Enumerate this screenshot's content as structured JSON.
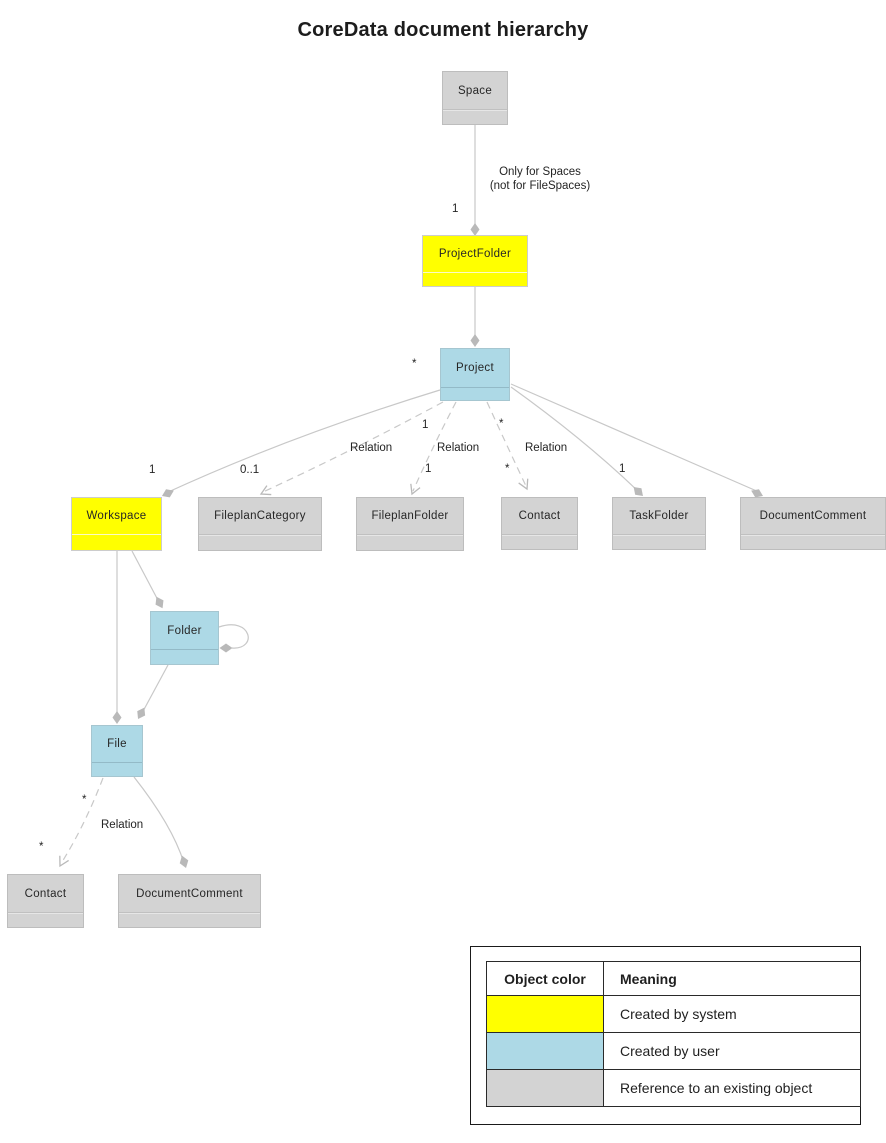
{
  "title": "CoreData document hierarchy",
  "colors": {
    "created_by_system": "#ffff00",
    "created_by_user": "#add9e6",
    "reference_object": "#d3d3d3",
    "edge_line": "#c8c8c8",
    "arrowhead": "#b9b9b9"
  },
  "nodes": {
    "space": {
      "label": "Space",
      "color": "#d3d3d3"
    },
    "project_folder": {
      "label": "ProjectFolder",
      "color": "#ffff00"
    },
    "project": {
      "label": "Project",
      "color": "#add9e6"
    },
    "workspace": {
      "label": "Workspace",
      "color": "#ffff00"
    },
    "fileplan_category": {
      "label": "FileplanCategory",
      "color": "#d3d3d3"
    },
    "fileplan_folder": {
      "label": "FileplanFolder",
      "color": "#d3d3d3"
    },
    "contact_top": {
      "label": "Contact",
      "color": "#d3d3d3"
    },
    "task_folder": {
      "label": "TaskFolder",
      "color": "#d3d3d3"
    },
    "document_comment_top": {
      "label": "DocumentComment",
      "color": "#d3d3d3"
    },
    "folder": {
      "label": "Folder",
      "color": "#add9e6"
    },
    "file": {
      "label": "File",
      "color": "#add9e6"
    },
    "contact_bottom": {
      "label": "Contact",
      "color": "#d3d3d3"
    },
    "document_comment_bottom": {
      "label": "DocumentComment",
      "color": "#d3d3d3"
    }
  },
  "edge_labels": {
    "space_note_line1": "Only for Spaces",
    "space_note_line2": "(not for FileSpaces)",
    "mult_space_projectfolder": "1",
    "mult_projectfolder_project": "*",
    "mult_project_workspace": "1",
    "mult_project_fileplancategory": "0..1",
    "relation_fileplancategory": "Relation",
    "mult_project_fileplanfolder_src": "1",
    "mult_project_fileplanfolder_dst": "1",
    "relation_fileplanfolder": "Relation",
    "mult_project_contact_src": "*",
    "mult_project_contact_dst": "*",
    "relation_contact": "Relation",
    "mult_project_taskfolder": "1",
    "mult_file_contact_src": "*",
    "mult_file_contact_dst": "*",
    "relation_file_contact": "Relation"
  },
  "legend": {
    "header": {
      "color_col": "Object color",
      "meaning_col": "Meaning"
    },
    "rows": [
      {
        "color": "#ffff00",
        "meaning": "Created by system"
      },
      {
        "color": "#add9e6",
        "meaning": "Created by user"
      },
      {
        "color": "#d3d3d3",
        "meaning": "Reference to an existing object"
      }
    ]
  }
}
